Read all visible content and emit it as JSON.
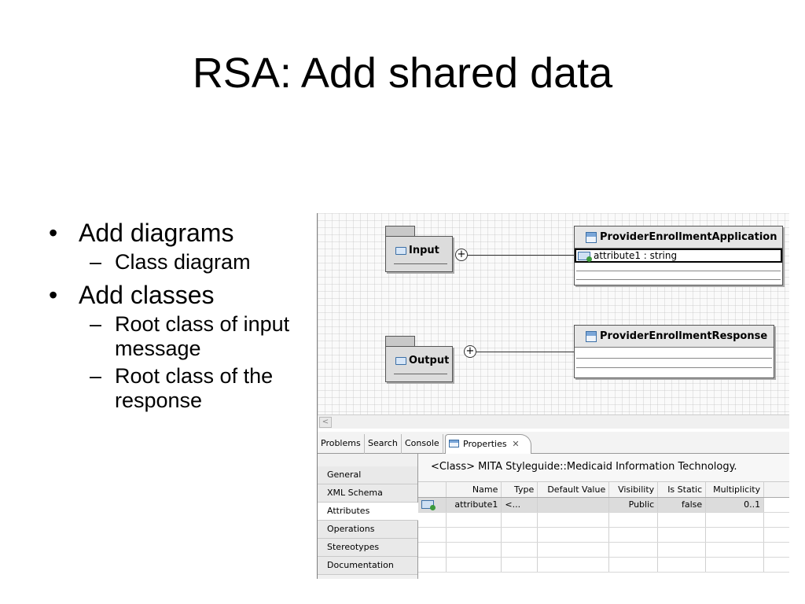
{
  "slide": {
    "title": "RSA: Add shared data",
    "bullets": [
      {
        "text": "Add diagrams",
        "sub": [
          "Class diagram"
        ]
      },
      {
        "text": "Add classes",
        "sub": [
          "Root class of input message",
          "Root class of the response"
        ]
      }
    ]
  },
  "diagram": {
    "packages": [
      {
        "label": "Input"
      },
      {
        "label": "Output"
      }
    ],
    "classes": [
      {
        "name": "ProviderEnrollmentApplication",
        "attribute": "attribute1 : string"
      },
      {
        "name": "ProviderEnrollmentResponse"
      }
    ]
  },
  "views": {
    "tabs": [
      "Problems",
      "Search",
      "Console",
      "Properties"
    ],
    "active_tab": "Properties"
  },
  "properties": {
    "sections": [
      "General",
      "XML Schema",
      "Attributes",
      "Operations",
      "Stereotypes",
      "Documentation"
    ],
    "selected_section": "Attributes",
    "title": "<Class> MITA Styleguide::Medicaid Information Technology.",
    "columns": [
      "Name",
      "Type",
      "Default Value",
      "Visibility",
      "Is Static",
      "Multiplicity"
    ],
    "rows": [
      {
        "name": "attribute1",
        "type": "<...",
        "default": "",
        "visibility": "Public",
        "is_static": "false",
        "multiplicity": "0..1"
      }
    ]
  }
}
